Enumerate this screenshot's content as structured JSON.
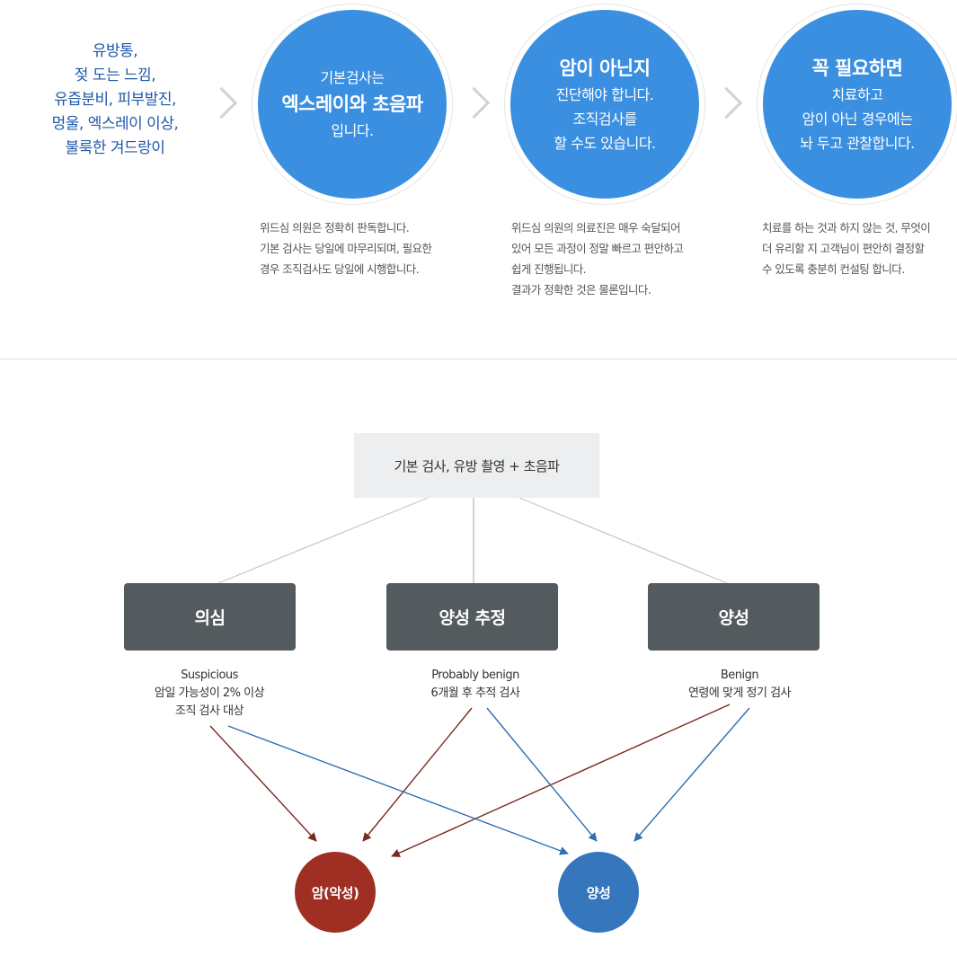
{
  "symptoms": [
    "유방통,",
    "젖 도는 느낌,",
    "유즙분비, 피부발진,",
    "멍울, 엑스레이 이상,",
    "불룩한 겨드랑이"
  ],
  "steps": [
    {
      "line1": "기본검사는",
      "line2": "엑스레이와 초음파",
      "line3": "입니다.",
      "desc": [
        "위드심 의원은 정확히 판독합니다.",
        "기본 검사는 당일에 마무리되며, 필요한",
        "경우 조직검사도 당일에 시행합니다."
      ]
    },
    {
      "line1": "암이 아닌지",
      "line2": "진단해야 합니다.",
      "line3": "조직검사를",
      "line4": "할 수도 있습니다.",
      "desc": [
        "위드심 의원의 의료진은 매우 숙달되어",
        "있어 모든 과정이 정말 빠르고 편안하고",
        "쉽게 진행됩니다.",
        "결과가 정확한 것은 물론입니다."
      ]
    },
    {
      "line1": "꼭 필요하면",
      "line2": "치료하고",
      "line3": "암이 아닌 경우에는",
      "line4": "놔 두고 관찰합니다.",
      "desc": [
        "치료를 하는 것과 하지 않는 것, 무엇이",
        "더 유리할 지 고객님이 편안히 결정할",
        "수 있도록 충분히 컨설팅 합니다."
      ]
    }
  ],
  "diagram": {
    "top": "기본 검사, 유방 촬영 + 초음파",
    "categories": [
      {
        "label": "의심",
        "en": "Suspicious",
        "d1": "암일 가능성이 2% 이상",
        "d2": "조직 검사 대상"
      },
      {
        "label": "양성 추정",
        "en": "Probably benign",
        "d1": "6개월 후 추적 검사",
        "d2": ""
      },
      {
        "label": "양성",
        "en": "Benign",
        "d1": "연령에 맞게 정기 검사",
        "d2": ""
      }
    ],
    "results": {
      "malignant": "암(악성)",
      "benign": "양성"
    },
    "colors": {
      "circle": "#3b8fe0",
      "category": "#545b5e",
      "malignant": "#9e2f22",
      "benign": "#3576bd",
      "arrow_red": "#7a2a1e",
      "arrow_blue": "#2f6fb3"
    }
  }
}
